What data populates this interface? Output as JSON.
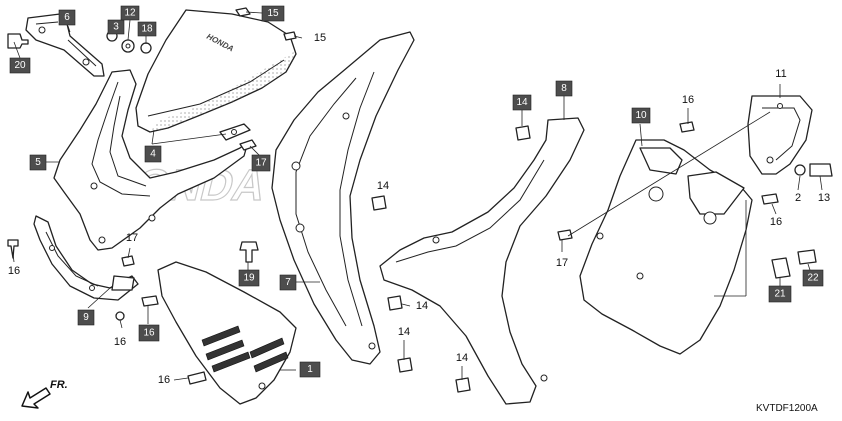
{
  "figure": {
    "reference_code": "KVTDF1200A",
    "direction_label": "FR.",
    "watermark_text": "HONDA",
    "emblem_text": "HONDA"
  },
  "boxed_callouts": [
    {
      "id": "c-1",
      "label": "1"
    },
    {
      "id": "c-3",
      "label": "3"
    },
    {
      "id": "c-4",
      "label": "4"
    },
    {
      "id": "c-5",
      "label": "5"
    },
    {
      "id": "c-6",
      "label": "6"
    },
    {
      "id": "c-7",
      "label": "7"
    },
    {
      "id": "c-8",
      "label": "8"
    },
    {
      "id": "c-9",
      "label": "9"
    },
    {
      "id": "c-10",
      "label": "10"
    },
    {
      "id": "c-12",
      "label": "12"
    },
    {
      "id": "c-14a",
      "label": "14"
    },
    {
      "id": "c-15a",
      "label": "15"
    },
    {
      "id": "c-16a",
      "label": "16"
    },
    {
      "id": "c-17a",
      "label": "17"
    },
    {
      "id": "c-18",
      "label": "18"
    },
    {
      "id": "c-19",
      "label": "19"
    },
    {
      "id": "c-20",
      "label": "20"
    },
    {
      "id": "c-21",
      "label": "21"
    },
    {
      "id": "c-22",
      "label": "22"
    }
  ],
  "plain_callouts": [
    {
      "id": "p-15",
      "label": "15"
    },
    {
      "id": "p-16a",
      "label": "16"
    },
    {
      "id": "p-16b",
      "label": "16"
    },
    {
      "id": "p-16c",
      "label": "16"
    },
    {
      "id": "p-16d",
      "label": "16"
    },
    {
      "id": "p-16e",
      "label": "16"
    },
    {
      "id": "p-17a",
      "label": "17"
    },
    {
      "id": "p-17b",
      "label": "17"
    },
    {
      "id": "p-14a",
      "label": "14"
    },
    {
      "id": "p-14b",
      "label": "14"
    },
    {
      "id": "p-14c",
      "label": "14"
    },
    {
      "id": "p-14d",
      "label": "14"
    },
    {
      "id": "p-11",
      "label": "11"
    },
    {
      "id": "p-2",
      "label": "2"
    },
    {
      "id": "p-13",
      "label": "13"
    }
  ]
}
